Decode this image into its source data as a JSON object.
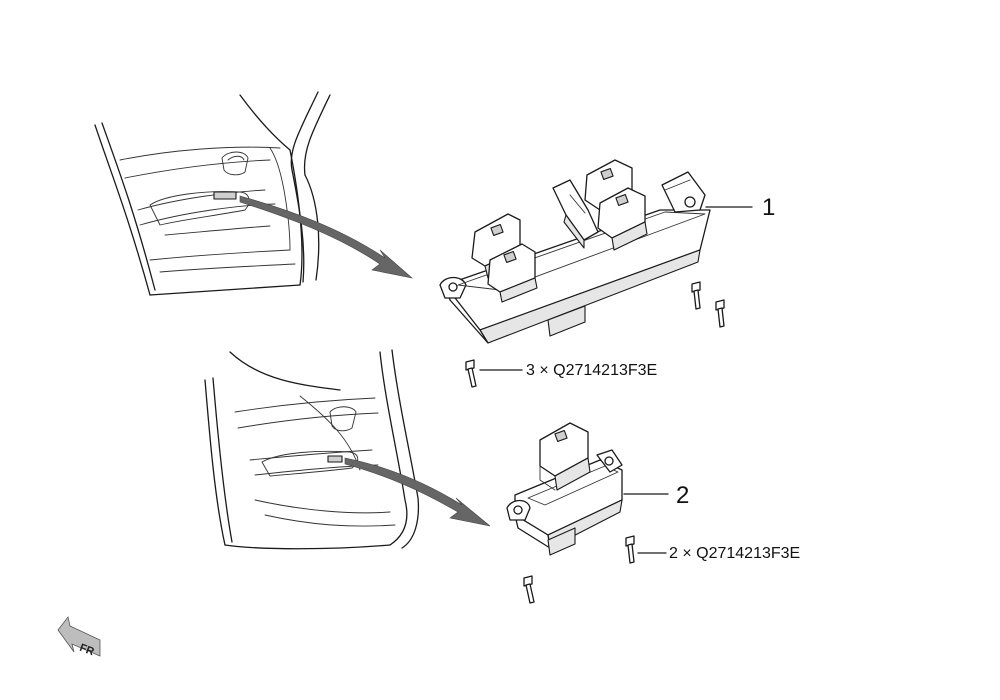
{
  "callouts": {
    "part1": "1",
    "part2": "2",
    "screw_front": "3 × Q2714213F3E",
    "screw_rear": "2 × Q2714213F3E"
  },
  "orientation": {
    "label": "FR",
    "icon": "direction-arrow-icon"
  },
  "colors": {
    "line": "#1a1a1a",
    "arrow": "#666666",
    "background": "#ffffff"
  }
}
